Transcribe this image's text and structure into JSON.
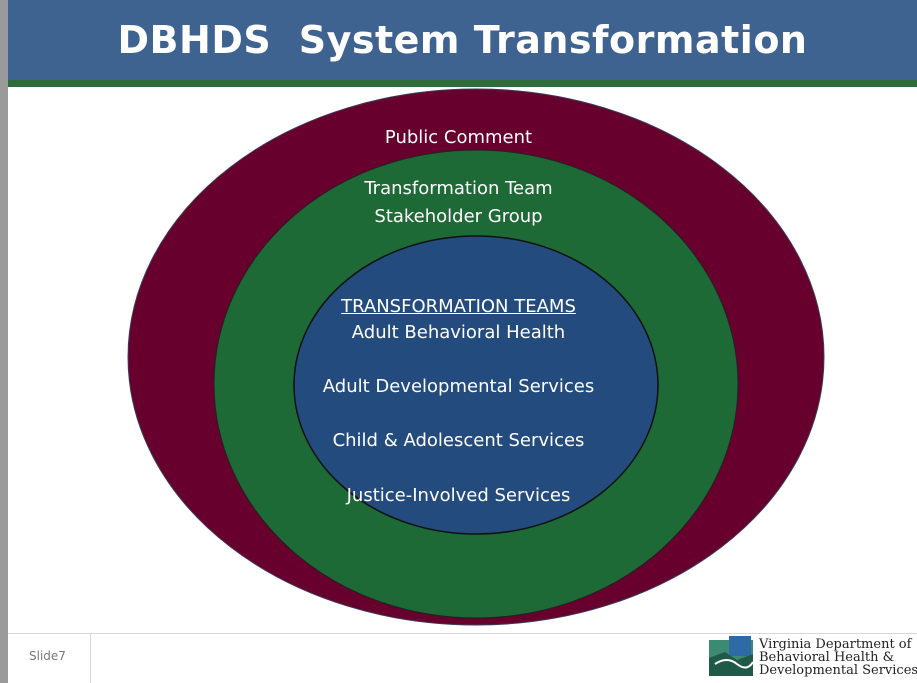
{
  "slide": {
    "title": "DBHDS  System Transformation",
    "number_label": "Slide7"
  },
  "diagram": {
    "outer_ring": {
      "label": "Public Comment"
    },
    "middle_ring": {
      "label_line1": "Transformation Team",
      "label_line2": "Stakeholder Group"
    },
    "inner_circle": {
      "heading": "TRANSFORMATION TEAMS",
      "items": [
        "Adult Behavioral Health",
        "Adult Developmental Services",
        "Child & Adolescent Services",
        "Justice-Involved Services"
      ]
    }
  },
  "logo": {
    "line1": "Virginia Department of",
    "line2": "Behavioral Health &",
    "line3": "Developmental Services"
  },
  "colors": {
    "title_bar": "#3f6391",
    "outer_ring": "#68002e",
    "middle_ring": "#1d6a36",
    "inner_circle": "#234b7e"
  }
}
